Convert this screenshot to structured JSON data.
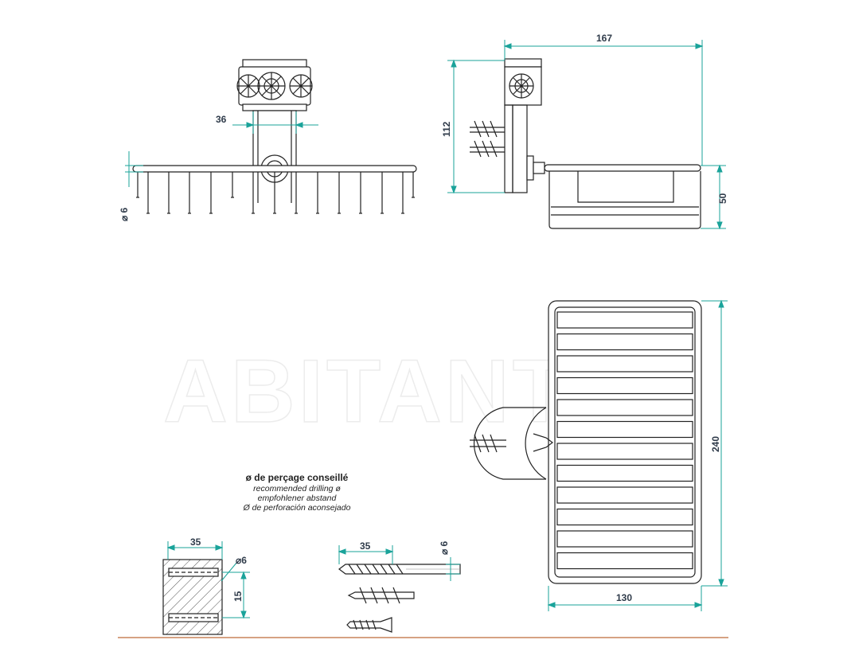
{
  "watermark": "ABITANT",
  "note": {
    "title": "ø de perçage conseillé",
    "en": "recommended drilling ø",
    "de": "empfohlener abstand",
    "es": "Ø de perforación aconsejado"
  },
  "dimensions": {
    "front_width_36": "36",
    "front_dia_6": "⌀ 6",
    "side_width_167": "167",
    "side_height_112": "112",
    "side_height_50": "50",
    "top_height_240": "240",
    "top_width_130": "130",
    "block_width_35": "35",
    "block_dia_6": "⌀6",
    "block_spacing_15": "15",
    "drill_length_35": "35",
    "drill_dia_6": "⌀ 6"
  },
  "colors": {
    "dimension_line": "#1aa39a",
    "drawing_line": "#222222",
    "baseline": "#c8845a"
  }
}
